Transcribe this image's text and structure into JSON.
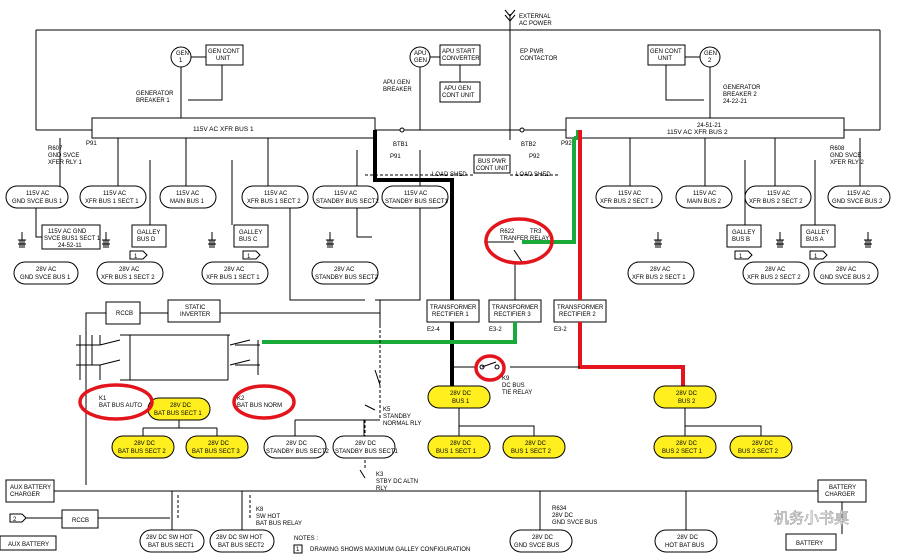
{
  "external_power": {
    "line1": "EXTERNAL",
    "line2": "AC POWER"
  },
  "gen1": {
    "label1": "GEN",
    "label2": "1"
  },
  "gen_cont_unit_1": {
    "line1": "GEN CONT",
    "line2": "UNIT"
  },
  "gen_breaker_1": {
    "line1": "GENERATOR",
    "line2": "BREAKER 1"
  },
  "apu_gen": {
    "line1": "APU",
    "line2": "GEN"
  },
  "apu_start_converter": {
    "line1": "APU START",
    "line2": "CONVERTER"
  },
  "apu_gen_breaker": {
    "line1": "APU GEN",
    "line2": "BREAKER"
  },
  "apu_gen_cont_unit": {
    "line1": "APU GEN",
    "line2": "CONT UNIT"
  },
  "ep_pwr_contactor": {
    "line1": "EP PWR",
    "line2": "CONTACTOR"
  },
  "gen_cont_unit_2": {
    "line1": "GEN CONT",
    "line2": "UNIT"
  },
  "gen2": {
    "label1": "GEN",
    "label2": "2"
  },
  "gen_breaker_2": {
    "line1": "GENERATOR",
    "line2": "BREAKER 2",
    "line3": "24-22-21"
  },
  "xfr_bus_1": {
    "label": "115V AC XFR BUS 1"
  },
  "xfr_bus_2": {
    "label": "115V AC XFR BUS 2",
    "ref": "24-51-21"
  },
  "r607": {
    "line1": "R607",
    "line2": "GND SVCE",
    "line3": "XFER RLY 1"
  },
  "r608": {
    "line1": "R608",
    "line2": "GND SVCE",
    "line3": "XFER RLY 2"
  },
  "p91": "P91",
  "p91b": "P91",
  "p92": "P92",
  "p92b": "P92",
  "btb1": "BTB1",
  "btb2": "BTB2",
  "bus_pwr_cont_unit": {
    "line1": "BUS PWR",
    "line2": "CONT UNIT"
  },
  "load_shed_left": "LOAD SHED",
  "load_shed_right": "LOAD SHED",
  "left_ac_buses": [
    {
      "line1": "115V AC",
      "line2": "GND SVCE BUS 1"
    },
    {
      "line1": "115V AC",
      "line2": "XFR BUS 1 SECT 1"
    },
    {
      "line1": "115V AC",
      "line2": "MAIN BUS 1"
    },
    {
      "line1": "115V AC",
      "line2": "XFR BUS 1 SECT 2"
    },
    {
      "line1": "115V AC",
      "line2": "STANDBY BUS SECT2"
    },
    {
      "line1": "115V AC",
      "line2": "STANDBY BUS SECT1"
    }
  ],
  "right_ac_buses": [
    {
      "line1": "115V AC",
      "line2": "XFR BUS 2 SECT 1"
    },
    {
      "line1": "115V AC",
      "line2": "MAIN BUS 2"
    },
    {
      "line1": "115V AC",
      "line2": "XFR BUS 2 SECT 2"
    },
    {
      "line1": "115V AC",
      "line2": "GND SVCE BUS 2"
    }
  ],
  "gnd_svce_bus1_sect1": {
    "line1": "115V AC GND",
    "line2": "SVCE BUS1 SECT 1",
    "line3": "24-52-11"
  },
  "galley_d": {
    "line1": "GALLEY",
    "line2": "BUS D"
  },
  "galley_c": {
    "line1": "GALLEY",
    "line2": "BUS C"
  },
  "galley_b": {
    "line1": "GALLEY",
    "line2": "BUS B"
  },
  "galley_a": {
    "line1": "GALLEY",
    "line2": "BUS A"
  },
  "left_28v_ac": [
    {
      "line1": "28V AC",
      "line2": "GND SVCE BUS 1"
    },
    {
      "line1": "28V AC",
      "line2": "XFR BUS 1 SECT 2"
    },
    {
      "line1": "28V AC",
      "line2": "XFR BUS 1 SECT 1"
    },
    {
      "line1": "28V AC",
      "line2": "STANDBY BUS SECT2"
    }
  ],
  "right_28v_ac": [
    {
      "line1": "28V AC",
      "line2": "XFR BUS 2 SECT 1"
    },
    {
      "line1": "28V AC",
      "line2": "XFR BUS 2 SECT 2"
    },
    {
      "line1": "28V AC",
      "line2": "GND SVCE BUS 2"
    }
  ],
  "note_ref": "1",
  "r622": {
    "line1": "R622",
    "line2": "TR3",
    "line3": "TRANFER RELAY"
  },
  "rccb_top": "RCCB",
  "static_inverter": {
    "line1": "STATIC",
    "line2": "INVERTER"
  },
  "tr1": {
    "line1": "TRANSFORMER",
    "line2": "RECTIFIER 1",
    "ref": "E2-4"
  },
  "tr3": {
    "line1": "TRANSFORMER",
    "line2": "RECTIFIER 3",
    "ref": "E3-2"
  },
  "tr2": {
    "line1": "TRANSFORMER",
    "line2": "RECTIFIER 2",
    "ref": "E3-2"
  },
  "k1": {
    "line1": "K1",
    "line2": "BAT BUS AUTO"
  },
  "k2": {
    "line1": "K2",
    "line2": "BAT BUS NORM"
  },
  "k3": {
    "line1": "K3",
    "line2": "STBY DC ALTN",
    "line3": "RLY"
  },
  "k5": {
    "line1": "K5",
    "line2": "STANDBY",
    "line3": "NORMAL RLY"
  },
  "k8": {
    "line1": "K8",
    "line2": "SW HOT",
    "line3": "BAT BUS RELAY"
  },
  "k9": {
    "line1": "K9",
    "line2": "DC BUS",
    "line3": "TIE RELAY"
  },
  "dc_buses": {
    "bat_bus_sect1": {
      "line1": "28V DC",
      "line2": "BAT BUS SECT 1"
    },
    "bat_bus_sect2": {
      "line1": "28V DC",
      "line2": "BAT BUS SECT 2"
    },
    "bat_bus_sect3": {
      "line1": "28V DC",
      "line2": "BAT BUS SECT 3"
    },
    "standby_sect2": {
      "line1": "28V DC",
      "line2": "STANDBY BUS SECT2"
    },
    "standby_sect1": {
      "line1": "28V DC",
      "line2": "STANDBY BUS SECT1"
    },
    "bus1": {
      "line1": "28V DC",
      "line2": "BUS 1"
    },
    "bus1_sect1": {
      "line1": "28V DC",
      "line2": "BUS 1 SECT 1"
    },
    "bus1_sect2": {
      "line1": "28V DC",
      "line2": "BUS 1 SECT 2"
    },
    "bus2": {
      "line1": "28V DC",
      "line2": "BUS 2"
    },
    "bus2_sect1": {
      "line1": "28V DC",
      "line2": "BUS 2 SECT 1"
    },
    "bus2_sect2": {
      "line1": "28V DC",
      "line2": "BUS 2 SECT 2"
    },
    "sw_hot_sect1": {
      "line1": "28V DC SW HOT",
      "line2": "BAT BUS SECT1"
    },
    "sw_hot_sect2": {
      "line1": "28V DC SW HOT",
      "line2": "BAT BUS SECT2"
    },
    "gnd_svce": {
      "line1": "28V DC",
      "line2": "GND SVCE BUS"
    },
    "hot_bat": {
      "line1": "28V DC",
      "line2": "HOT BAT BUS"
    }
  },
  "r634": {
    "line1": "R634",
    "line2": "28V DC",
    "line3": "GND SVCE BUS"
  },
  "aux_battery_charger": {
    "line1": "AUX BATTERY",
    "line2": "CHARGER"
  },
  "battery_charger": {
    "line1": "BATTERY",
    "line2": "CHARGER"
  },
  "aux_battery": "AUX BATTERY",
  "battery": "BATTERY",
  "rccb_bottom": "RCCB",
  "aux_ref": "2",
  "notes": {
    "title": "NOTES :",
    "num": "1",
    "text": "DRAWING SHOWS MAXIMUM GALLEY CONFIGURATION"
  },
  "watermark": "机务小书桌",
  "colors": {
    "bus_yellow": "#ffef1f",
    "power_green": "#1aaa3a",
    "power_red": "#e3141b",
    "power_black": "#000000",
    "highlight_red": "#e3141b"
  }
}
